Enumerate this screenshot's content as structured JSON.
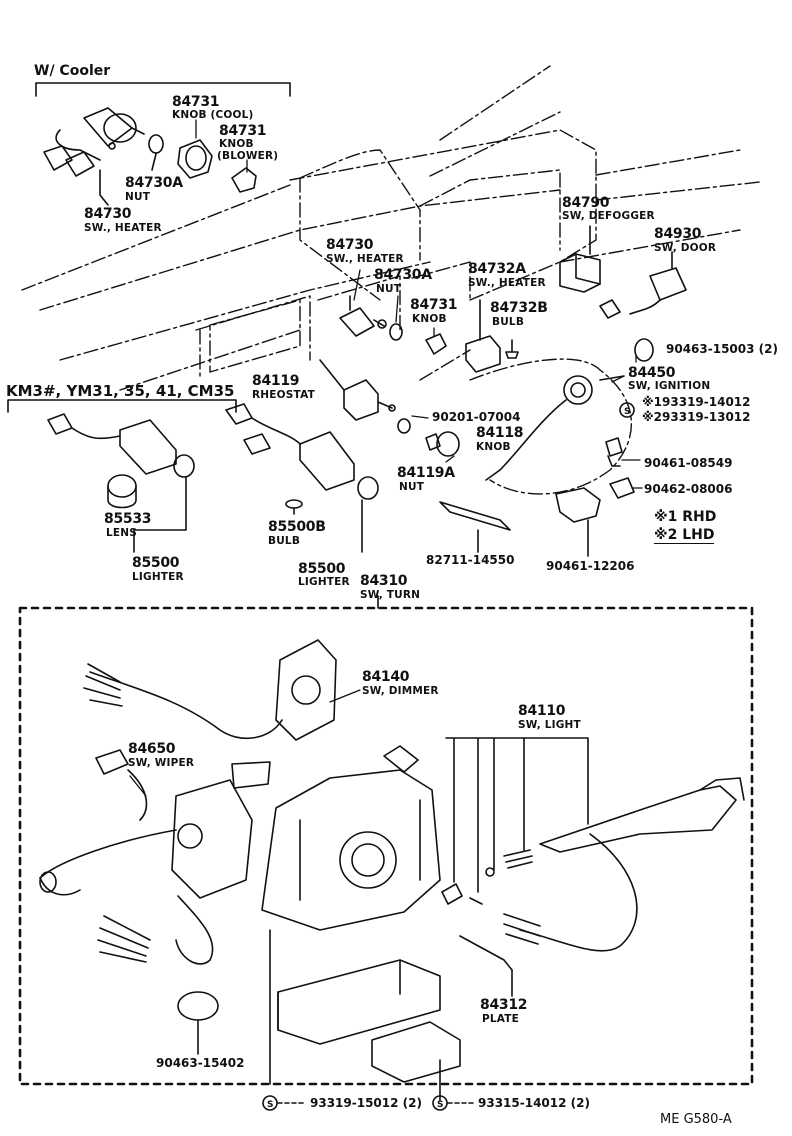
{
  "groups": {
    "cooler": "W/ Cooler",
    "km3": "KM3#,  YM31, 35, 41, CM35"
  },
  "parts": {
    "p84731a": {
      "num": "84731",
      "desc": "KNOB (COOL)"
    },
    "p84731b": {
      "num": "84731",
      "desc1": "KNOB",
      "desc2": "(BLOWER)"
    },
    "p84730A_top": {
      "num": "84730A",
      "desc": "NUT"
    },
    "p84730_top": {
      "num": "84730",
      "desc": "SW., HEATER"
    },
    "p84730_mid": {
      "num": "84730",
      "desc": "SW., HEATER"
    },
    "p84730A_mid": {
      "num": "84730A",
      "desc": "NUT"
    },
    "p84731_mid": {
      "num": "84731",
      "desc": "KNOB"
    },
    "p84732A": {
      "num": "84732A",
      "desc": "SW., HEATER"
    },
    "p84732B": {
      "num": "84732B",
      "desc": "BULB"
    },
    "p84790": {
      "num": "84790",
      "desc": "SW, DEFOGGER"
    },
    "p84930": {
      "num": "84930",
      "desc": "SW, DOOR"
    },
    "p90463_15003": {
      "num": "90463-15003 (2)"
    },
    "p84450": {
      "num": "84450",
      "desc": "SW, IGNITION"
    },
    "p93319_14012": {
      "num": "※193319-14012"
    },
    "p93319_13012": {
      "num": "※293319-13012"
    },
    "p84119": {
      "num": "84119",
      "desc": "RHEOSTAT"
    },
    "p90201": {
      "num": "90201-07004"
    },
    "p84118": {
      "num": "84118",
      "desc": "KNOB"
    },
    "p84119A": {
      "num": "84119A",
      "desc": "NUT"
    },
    "p90461_08549": {
      "num": "90461-08549"
    },
    "p90462_08006": {
      "num": "90462-08006"
    },
    "p85533": {
      "num": "85533",
      "desc": "LENS"
    },
    "p85500_left": {
      "num": "85500",
      "desc": "LIGHTER"
    },
    "p85500B": {
      "num": "85500B",
      "desc": "BULB"
    },
    "p85500_mid": {
      "num": "85500",
      "desc": "LIGHTER"
    },
    "p82711": {
      "num": "82711-14550"
    },
    "p90461_12206": {
      "num": "90461-12206"
    },
    "p84310": {
      "num": "84310",
      "desc": "SW, TURN"
    },
    "p84140": {
      "num": "84140",
      "desc": "SW, DIMMER"
    },
    "p84650": {
      "num": "84650",
      "desc": "SW, WIPER"
    },
    "p84110": {
      "num": "84110",
      "desc": "SW, LIGHT"
    },
    "p84312": {
      "num": "84312",
      "desc": "PLATE"
    },
    "p90463_15402": {
      "num": "90463-15402"
    },
    "p93319_15012": {
      "num": "93319-15012 (2)"
    },
    "p93315_14012": {
      "num": "93315-14012 (2)"
    }
  },
  "notes": {
    "rhd": "※1 RHD",
    "lhd": "※2 LHD",
    "s_symbol": "S"
  },
  "footer": {
    "code": "ME  G580-A"
  }
}
